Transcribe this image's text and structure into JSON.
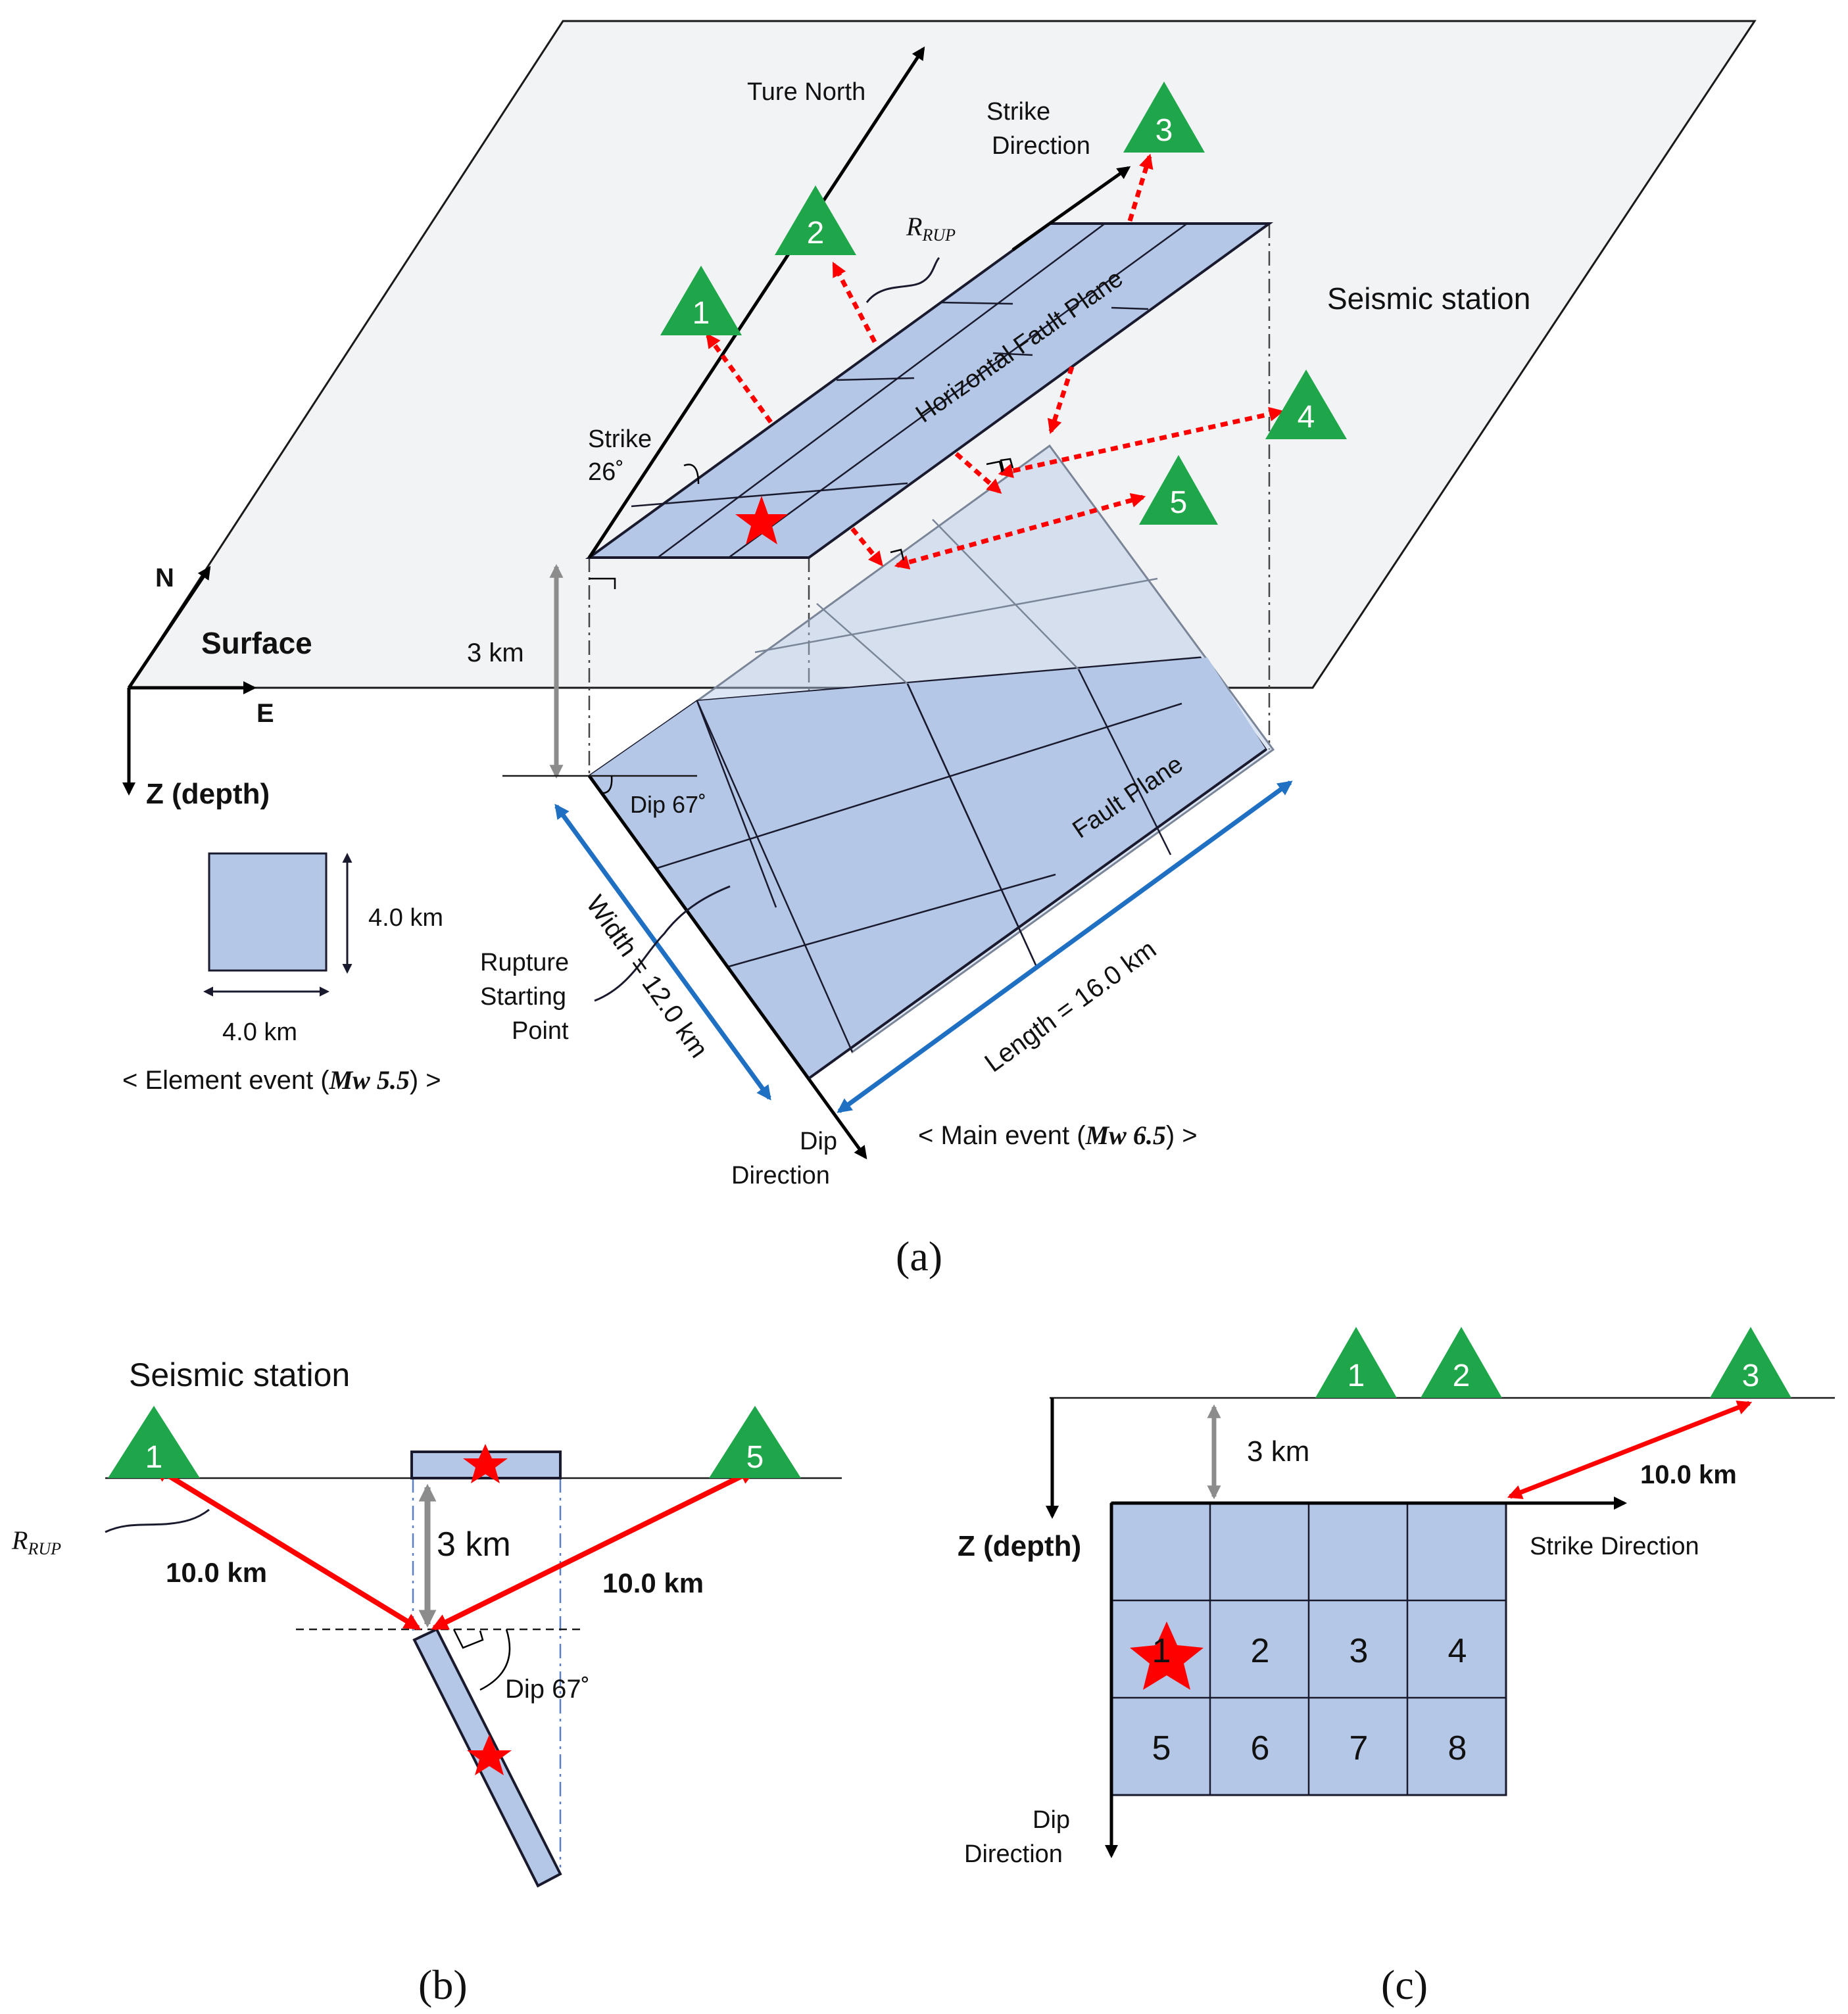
{
  "panel_a": {
    "caption": "(a)",
    "true_north": "Ture North",
    "strike_direction_1": "Strike",
    "strike_direction_2": "Direction",
    "rrup_label_r": "R",
    "rrup_label_sub": "RUP",
    "seismic_station": "Seismic station",
    "horizontal_fault_plane": "Horizontal Fault Plane",
    "strike_label": "Strike",
    "strike_value": "26˚",
    "north": "N",
    "east": "E",
    "surface": "Surface",
    "z_depth": "Z (depth)",
    "depth_3km": "3 km",
    "dip_label": "Dip 67˚",
    "fault_plane": "Fault Plane",
    "width_label": "Width = 12.0 km",
    "length_label": "Length = 16.0 km",
    "rupture_1": "Rupture",
    "rupture_2": "Starting",
    "rupture_3": "Point",
    "element_size_v": "4.0 km",
    "element_size_h": "4.0 km",
    "element_event_pre": "< Element event (",
    "element_event_mag": "Mw 5.5",
    "element_event_post": ") >",
    "main_event_pre": "< Main event (",
    "main_event_mag": "Mw 6.5",
    "main_event_post": ") >",
    "dip_direction_1": "Dip",
    "dip_direction_2": "Direction",
    "stations": [
      "1",
      "2",
      "3",
      "4",
      "5"
    ]
  },
  "panel_b": {
    "caption": "(b)",
    "seismic_station": "Seismic station",
    "rrup_label_r": "R",
    "rrup_label_sub": "RUP",
    "distance_left": "10.0 km",
    "distance_right": "10.0 km",
    "depth_3km": "3 km",
    "dip_label": "Dip 67˚",
    "stations": [
      "1",
      "5"
    ]
  },
  "panel_c": {
    "caption": "(c)",
    "depth_3km": "3 km",
    "distance": "10.0 km",
    "z_depth": "Z (depth)",
    "strike_direction": "Strike Direction",
    "dip_direction_1": "Dip",
    "dip_direction_2": "Direction",
    "stations": [
      "1",
      "2",
      "3"
    ],
    "cells": [
      "1",
      "2",
      "3",
      "4",
      "5",
      "6",
      "7",
      "8"
    ]
  },
  "colors": {
    "station_green": "#1fa64a",
    "fault_fill": "#b4c7e7",
    "surface_fill": "#f2f3f5",
    "rupture_red": "#ff0000",
    "distance_blue": "#1f6fc2",
    "depth_gray": "#8c8c8c"
  }
}
